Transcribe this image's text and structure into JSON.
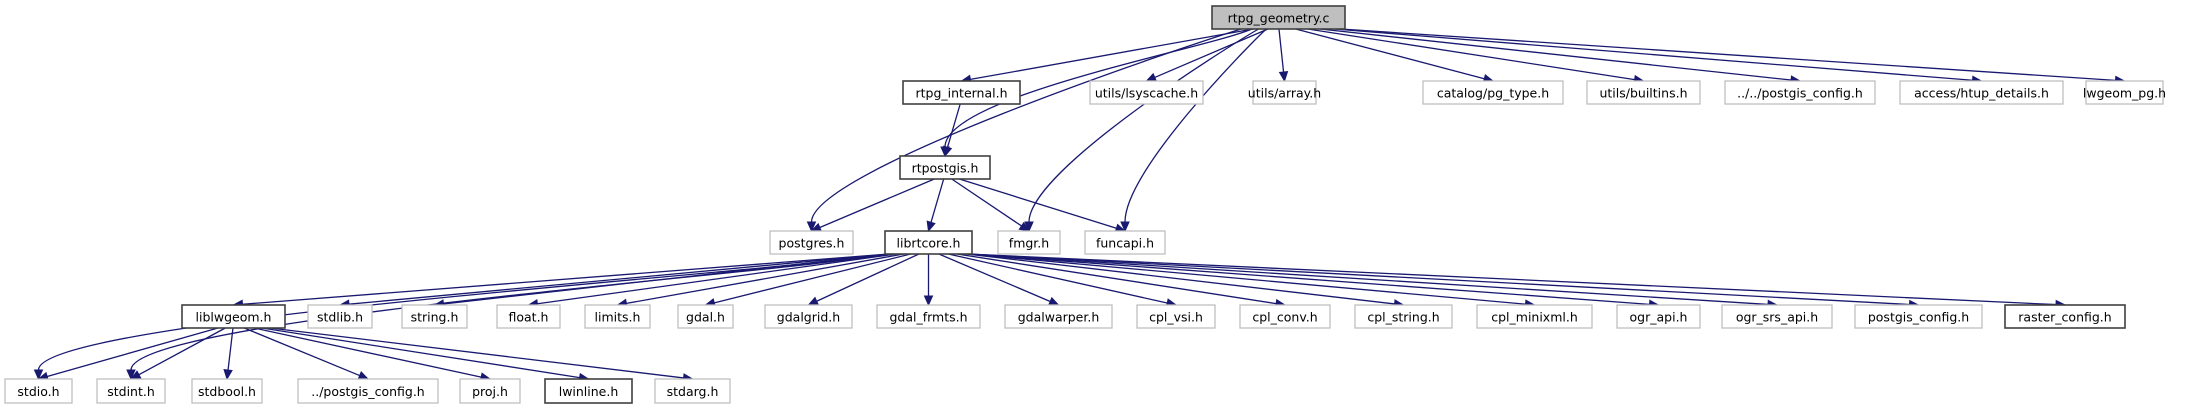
{
  "diagram": {
    "type": "include-dependency-graph",
    "colors": {
      "edge": "#191970",
      "root_fill": "#bfbfbf",
      "documented_border": "#404040",
      "undocumented_border": "#bfbfbf"
    },
    "nodes": [
      {
        "id": "root",
        "label": "rtpg_geometry.c",
        "kind": "root"
      },
      {
        "id": "rtpg_internal",
        "label": "rtpg_internal.h",
        "kind": "doc"
      },
      {
        "id": "lsyscache",
        "label": "utils/lsyscache.h",
        "kind": "ext"
      },
      {
        "id": "array",
        "label": "utils/array.h",
        "kind": "ext"
      },
      {
        "id": "pg_type",
        "label": "catalog/pg_type.h",
        "kind": "ext"
      },
      {
        "id": "builtins",
        "label": "utils/builtins.h",
        "kind": "ext"
      },
      {
        "id": "pgconf2",
        "label": "../../postgis_config.h",
        "kind": "ext"
      },
      {
        "id": "htup",
        "label": "access/htup_details.h",
        "kind": "ext"
      },
      {
        "id": "lwgeom_pg",
        "label": "lwgeom_pg.h",
        "kind": "ext"
      },
      {
        "id": "rtpostgis",
        "label": "rtpostgis.h",
        "kind": "doc"
      },
      {
        "id": "postgres",
        "label": "postgres.h",
        "kind": "ext"
      },
      {
        "id": "librtcore",
        "label": "librtcore.h",
        "kind": "doc"
      },
      {
        "id": "fmgr",
        "label": "fmgr.h",
        "kind": "ext"
      },
      {
        "id": "funcapi",
        "label": "funcapi.h",
        "kind": "ext"
      },
      {
        "id": "liblwgeom",
        "label": "liblwgeom.h",
        "kind": "doc"
      },
      {
        "id": "stdlib",
        "label": "stdlib.h",
        "kind": "ext"
      },
      {
        "id": "string",
        "label": "string.h",
        "kind": "ext"
      },
      {
        "id": "float",
        "label": "float.h",
        "kind": "ext"
      },
      {
        "id": "limits",
        "label": "limits.h",
        "kind": "ext"
      },
      {
        "id": "gdal",
        "label": "gdal.h",
        "kind": "ext"
      },
      {
        "id": "gdalgrid",
        "label": "gdalgrid.h",
        "kind": "ext"
      },
      {
        "id": "gdal_frmts",
        "label": "gdal_frmts.h",
        "kind": "ext"
      },
      {
        "id": "gdalwarper",
        "label": "gdalwarper.h",
        "kind": "ext"
      },
      {
        "id": "cpl_vsi",
        "label": "cpl_vsi.h",
        "kind": "ext"
      },
      {
        "id": "cpl_conv",
        "label": "cpl_conv.h",
        "kind": "ext"
      },
      {
        "id": "cpl_string",
        "label": "cpl_string.h",
        "kind": "ext"
      },
      {
        "id": "cpl_minixml",
        "label": "cpl_minixml.h",
        "kind": "ext"
      },
      {
        "id": "ogr_api",
        "label": "ogr_api.h",
        "kind": "ext"
      },
      {
        "id": "ogr_srs_api",
        "label": "ogr_srs_api.h",
        "kind": "ext"
      },
      {
        "id": "postgis_config",
        "label": "postgis_config.h",
        "kind": "ext"
      },
      {
        "id": "raster_config",
        "label": "raster_config.h",
        "kind": "doc"
      },
      {
        "id": "stdio",
        "label": "stdio.h",
        "kind": "ext"
      },
      {
        "id": "stdint",
        "label": "stdint.h",
        "kind": "ext"
      },
      {
        "id": "stdbool",
        "label": "stdbool.h",
        "kind": "ext"
      },
      {
        "id": "pgconf1",
        "label": "../postgis_config.h",
        "kind": "ext"
      },
      {
        "id": "proj",
        "label": "proj.h",
        "kind": "ext"
      },
      {
        "id": "lwinline",
        "label": "lwinline.h",
        "kind": "doc"
      },
      {
        "id": "stdarg",
        "label": "stdarg.h",
        "kind": "ext"
      }
    ],
    "edges": [
      [
        "root",
        "rtpg_internal"
      ],
      [
        "root",
        "lsyscache"
      ],
      [
        "root",
        "array"
      ],
      [
        "root",
        "pg_type"
      ],
      [
        "root",
        "builtins"
      ],
      [
        "root",
        "pgconf2"
      ],
      [
        "root",
        "htup"
      ],
      [
        "root",
        "lwgeom_pg"
      ],
      [
        "root",
        "rtpostgis"
      ],
      [
        "root",
        "postgres"
      ],
      [
        "root",
        "fmgr"
      ],
      [
        "root",
        "funcapi"
      ],
      [
        "rtpg_internal",
        "rtpostgis"
      ],
      [
        "rtpostgis",
        "postgres"
      ],
      [
        "rtpostgis",
        "librtcore"
      ],
      [
        "rtpostgis",
        "fmgr"
      ],
      [
        "rtpostgis",
        "funcapi"
      ],
      [
        "librtcore",
        "liblwgeom"
      ],
      [
        "librtcore",
        "stdlib"
      ],
      [
        "librtcore",
        "string"
      ],
      [
        "librtcore",
        "float"
      ],
      [
        "librtcore",
        "limits"
      ],
      [
        "librtcore",
        "gdal"
      ],
      [
        "librtcore",
        "gdalgrid"
      ],
      [
        "librtcore",
        "gdal_frmts"
      ],
      [
        "librtcore",
        "gdalwarper"
      ],
      [
        "librtcore",
        "cpl_vsi"
      ],
      [
        "librtcore",
        "cpl_conv"
      ],
      [
        "librtcore",
        "cpl_string"
      ],
      [
        "librtcore",
        "cpl_minixml"
      ],
      [
        "librtcore",
        "ogr_api"
      ],
      [
        "librtcore",
        "ogr_srs_api"
      ],
      [
        "librtcore",
        "postgis_config"
      ],
      [
        "librtcore",
        "raster_config"
      ],
      [
        "librtcore",
        "stdio"
      ],
      [
        "librtcore",
        "stdint"
      ],
      [
        "liblwgeom",
        "stdio"
      ],
      [
        "liblwgeom",
        "stdint"
      ],
      [
        "liblwgeom",
        "stdbool"
      ],
      [
        "liblwgeom",
        "pgconf1"
      ],
      [
        "liblwgeom",
        "proj"
      ],
      [
        "liblwgeom",
        "lwinline"
      ],
      [
        "liblwgeom",
        "stdarg"
      ]
    ]
  }
}
